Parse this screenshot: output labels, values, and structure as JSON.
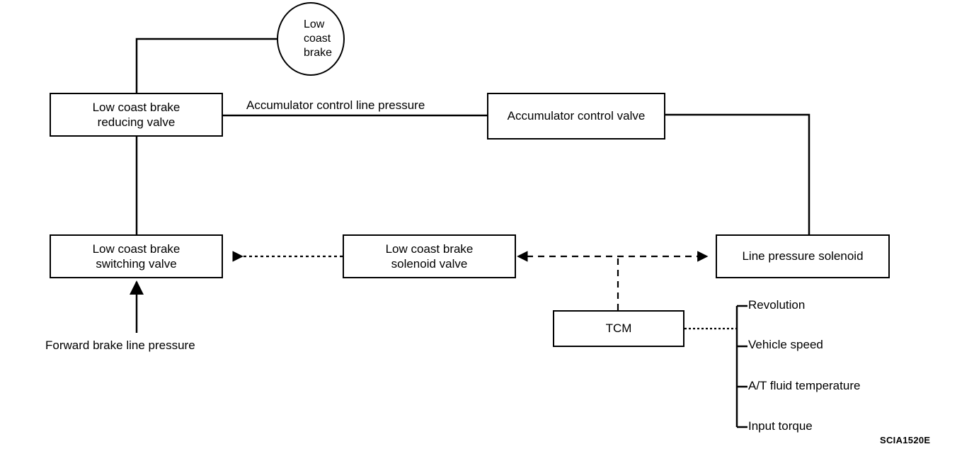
{
  "figure": {
    "id_label": "SCIA1520E",
    "domain": "hydraulic control diagram",
    "line_color": "#000000",
    "background": "#ffffff"
  },
  "nodes": {
    "low_coast_brake_circle": "Low coast\nbrake",
    "low_coast_brake_circle_line1": "Low coast",
    "low_coast_brake_circle_line2": "brake",
    "reducing_valve_line1": "Low coast brake",
    "reducing_valve_line2": "reducing valve",
    "accumulator_control_valve": "Accumulator control valve",
    "switching_valve_line1": "Low coast brake",
    "switching_valve_line2": "switching valve",
    "solenoid_valve_line1": "Low coast brake",
    "solenoid_valve_line2": "solenoid valve",
    "line_pressure_solenoid": "Line pressure solenoid",
    "tcm": "TCM"
  },
  "labels": {
    "accumulator_control_line_pressure": "Accumulator control line pressure",
    "forward_brake_line_pressure": "Forward brake line pressure"
  },
  "tcm_inputs": [
    "Revolution",
    "Vehicle speed",
    "A/T fluid temperature",
    "Input torque"
  ],
  "connections": [
    {
      "from": "low-coast-brake-circle",
      "to": "reducing-valve",
      "style": "solid",
      "arrow": "none"
    },
    {
      "from": "reducing-valve",
      "to": "accumulator-control-valve",
      "style": "solid",
      "arrow": "none",
      "label": "Accumulator control line pressure"
    },
    {
      "from": "reducing-valve",
      "to": "switching-valve",
      "style": "solid",
      "arrow": "none"
    },
    {
      "from": "accumulator-control-valve",
      "to": "line-pressure-solenoid",
      "style": "solid",
      "arrow": "none"
    },
    {
      "from": "solenoid-valve",
      "to": "switching-valve",
      "style": "dotted",
      "arrow": "left"
    },
    {
      "from": "solenoid-valve",
      "to": "line-pressure-solenoid",
      "style": "dashed",
      "arrow": "both"
    },
    {
      "from": "tcm",
      "to": "solenoid-line-pressure-link",
      "style": "dashed",
      "arrow": "none"
    },
    {
      "from": "tcm",
      "to": "tcm-input-bracket",
      "style": "dotted",
      "arrow": "none"
    },
    {
      "from": "forward-brake-line-pressure",
      "to": "switching-valve",
      "style": "solid",
      "arrow": "up"
    }
  ]
}
